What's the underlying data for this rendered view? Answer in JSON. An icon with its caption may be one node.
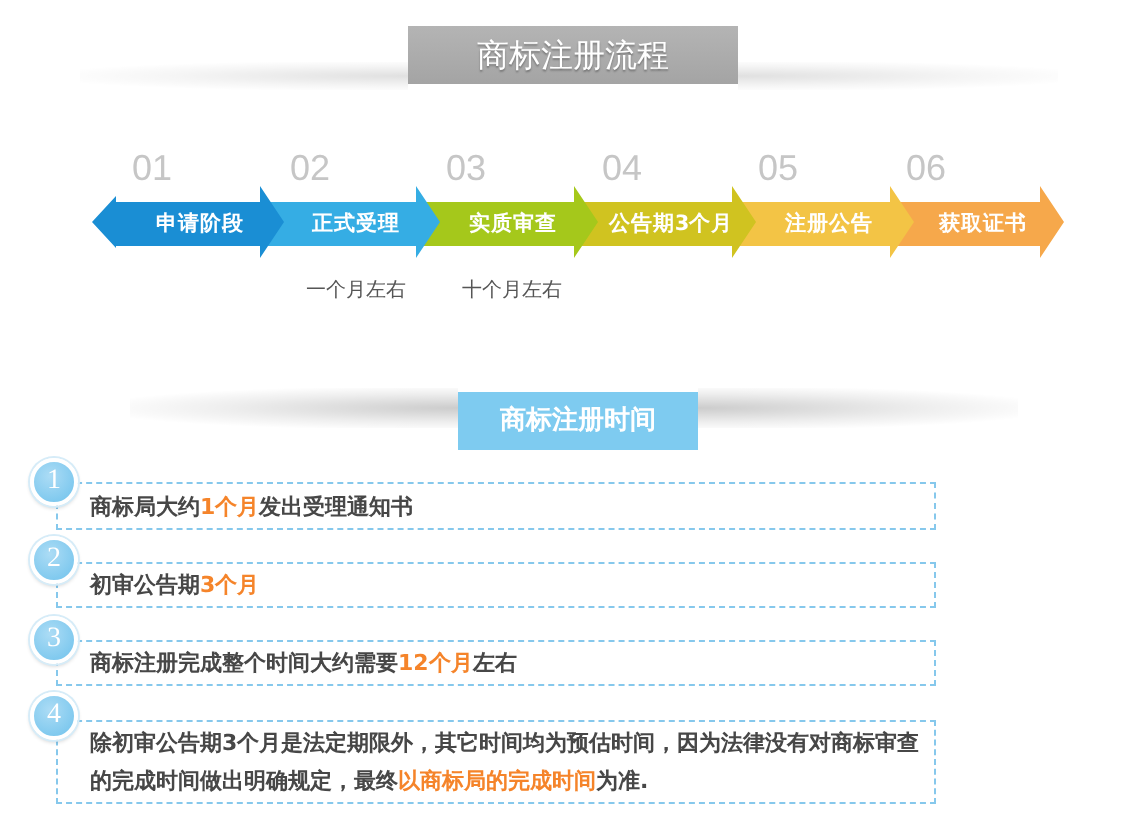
{
  "diagram": {
    "title": "商标注册流程",
    "nodes": [
      {
        "text": [
          "01",
          "申请阶段"
        ]
      },
      {
        "text": [
          "02",
          "正式受理"
        ],
        "beside": [
          "一个月左右"
        ]
      },
      {
        "text": [
          "03",
          "实质审查"
        ],
        "beside": [
          "十个月左右"
        ]
      },
      {
        "text": [
          "04",
          "公告期3个月"
        ]
      },
      {
        "text": [
          "05",
          "注册公告"
        ]
      },
      {
        "text": [
          "06",
          "获取证书"
        ]
      },
      {
        "text": [
          "商标注册时间"
        ]
      },
      {
        "text": [
          "1"
        ]
      },
      {
        "text": [
          "商标局大约**1个月**发出受理通知书"
        ]
      },
      {
        "text": [
          "2"
        ]
      },
      {
        "text": [
          "初审公告期**3个月**"
        ]
      },
      {
        "text": [
          "3"
        ]
      },
      {
        "text": [
          "商标注册完成整个时间大约需要**12个月**左右"
        ]
      },
      {
        "text": [
          "4"
        ]
      },
      {
        "text": [
          "除初审公告期3个月是法定期限外，其它时间均为预估时间，因为法律没有对商标审查的完成时间做出明确规定，最终**以商标局的完成时间**为准."
        ]
      }
    ]
  }
}
